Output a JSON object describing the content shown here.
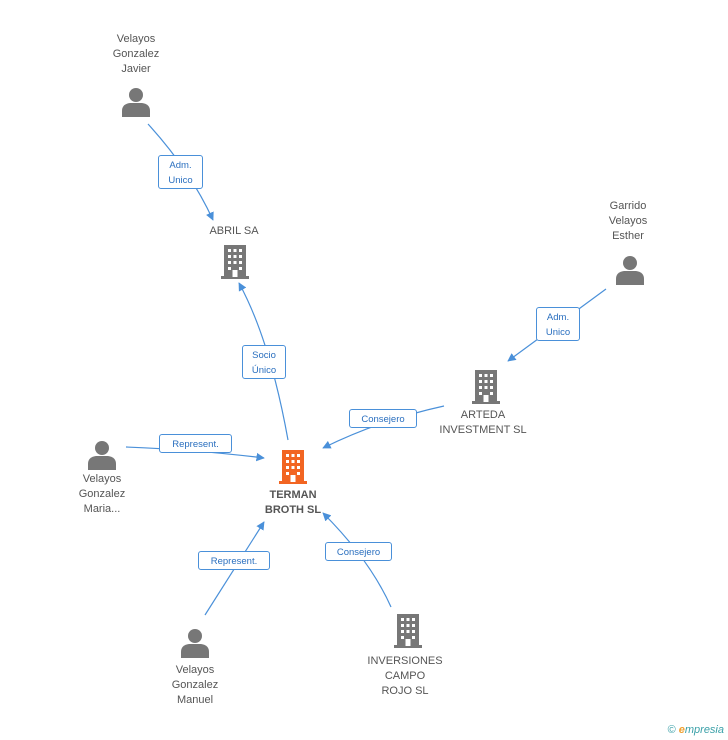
{
  "colors": {
    "edge": "#4a90d9",
    "node_gray": "#777777",
    "node_focus": "#f26522"
  },
  "nodes": {
    "velayos_javier": {
      "label": "Velayos\nGonzalez\nJavier",
      "icon": "person-icon"
    },
    "abril": {
      "label": "ABRIL SA",
      "icon": "building-icon"
    },
    "garrido": {
      "label": "Garrido\nVelayos\nEsther",
      "icon": "person-icon"
    },
    "arteda": {
      "label": "ARTEDA\nINVESTMENT SL",
      "icon": "building-icon"
    },
    "velayos_maria": {
      "label": "Velayos\nGonzalez\nMaria...",
      "icon": "person-icon"
    },
    "terman": {
      "label": "TERMAN\nBROTH SL",
      "icon": "building-icon"
    },
    "velayos_manuel": {
      "label": "Velayos\nGonzalez\nManuel",
      "icon": "person-icon"
    },
    "inversiones": {
      "label": "INVERSIONES\nCAMPO\nROJO SL",
      "icon": "building-icon"
    }
  },
  "relations": {
    "javier_abril": "Adm.\nUnico",
    "terman_abril": "Socio\nÚnico",
    "garrido_arteda": "Adm.\nUnico",
    "arteda_terman": "Consejero",
    "maria_terman": "Represent.",
    "manuel_terman": "Represent.",
    "inversiones_terman": "Consejero"
  },
  "footer": {
    "copyright": "©",
    "brand_initial": "e",
    "brand_rest": "mpresia"
  }
}
